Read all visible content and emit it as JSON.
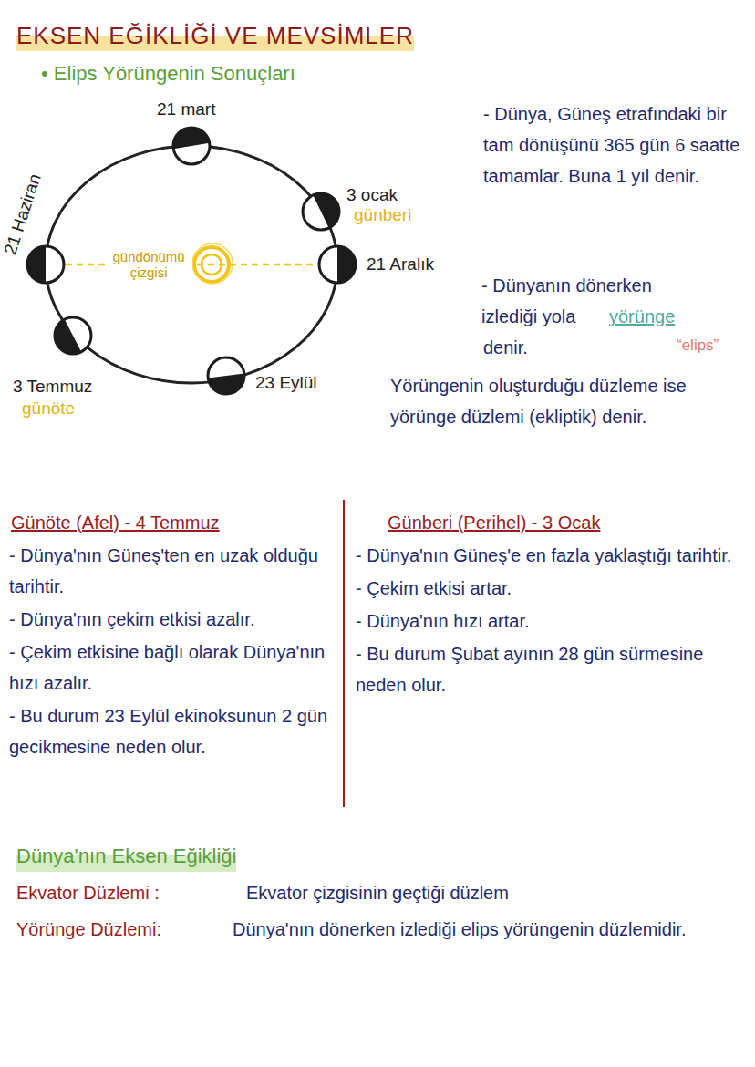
{
  "diagram": {
    "title": "EKSEN EĞİKLİĞİ VE MEVSİMLER",
    "nodes": [
      {
        "text": [
          "21 mart"
        ]
      },
      {
        "text": [
          "3 ocak",
          "günberi"
        ]
      },
      {
        "text": [
          "21 Aralık"
        ]
      },
      {
        "text": [
          "21 Haziran"
        ]
      },
      {
        "text": [
          "3 Temmuz",
          "günöte"
        ]
      },
      {
        "text": [
          "23 Eylül"
        ]
      }
    ],
    "edges": [
      {
        "from": 3,
        "to": 2,
        "arrow": "none",
        "label": "gündönümü çizgisi"
      }
    ],
    "labels": [
      "• Elips Yörüngenin Sonuçları",
      "- Dünya, Güneş etrafındaki bir tam dönüşünü 365 gün 6 saatte tamamlar. Buna 1 yıl denir.",
      "- Dünyanın dönerken izlediği yola",
      "yörünge",
      "denir.",
      "“elips”",
      "Yörüngenin oluşturduğu düzleme ise yörünge düzlemi (ekliptik) denir.",
      "Günöte (Afel) - 4 Temmuz",
      "- Dünya'nın Güneş'ten en uzak olduğu tarihtir.",
      "- Dünya'nın çekim etkisi azalır.",
      "- Çekim etkisine bağlı olarak Dünya'nın hızı azalır.",
      "- Bu durum 23 Eylül ekinoksunun 2 gün gecikmesine neden olur.",
      "Günberi (Perihel) - 3 Ocak",
      "- Dünya'nın Güneş'e en fazla yaklaştığı tarihtir.",
      "- Çekim etkisi artar.",
      "- Dünya'nın hızı artar.",
      "- Bu durum Şubat ayının 28 gün sürmesine neden olur.",
      "Dünya'nın Eksen Eğikliği",
      "Ekvator Düzlemi :",
      "Ekvator çizgisinin geçtiği düzlem",
      "Yörünge Düzlemi:",
      "Dünya'nın dönerken izlediği elips yörüngenin düzlemidir."
    ]
  }
}
